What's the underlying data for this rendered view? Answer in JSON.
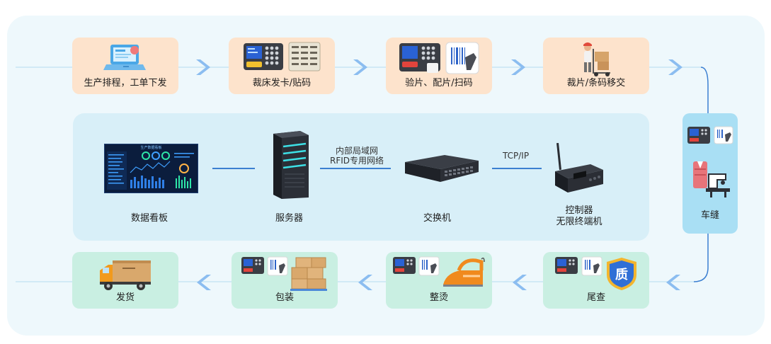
{
  "top_row": [
    {
      "label": "生产排程，工单下发",
      "icon": "laptop-schedule-icon"
    },
    {
      "label": "裁床发卡/贴码",
      "icon": "card-reader-icon"
    },
    {
      "label": "验片、配片/扫码",
      "icon": "barcode-scanner-icon"
    },
    {
      "label": "裁片/条码移交",
      "icon": "hand-truck-worker-icon"
    }
  ],
  "right_node": {
    "label": "车缝",
    "icon": "sewing-machine-icon"
  },
  "bottom_row": [
    {
      "label": "发货",
      "icon": "delivery-truck-icon"
    },
    {
      "label": "包装",
      "icon": "packaging-boxes-icon"
    },
    {
      "label": "整烫",
      "icon": "iron-icon"
    },
    {
      "label": "尾查",
      "icon": "quality-shield-icon"
    }
  ],
  "quality_mark": "质",
  "center": {
    "dashboard": {
      "label": "数据看板",
      "title": "生产数据看板"
    },
    "server": {
      "label": "服务器"
    },
    "network_label_line1": "内部局域网",
    "network_label_line2": "RFID专用网络",
    "switch": {
      "label": "交换机"
    },
    "tcp_label": "TCP/IP",
    "controller": {
      "label_line1": "控制器",
      "label_line2": "无限终端机"
    }
  },
  "colors": {
    "peach": "#fde3cc",
    "mint": "#c9efe2",
    "side_blue": "#a9dff4",
    "arrow": "#8bbdf0",
    "line": "#3b7fd1",
    "panel": "#eef8fc",
    "inner_panel": "#d8eff8"
  }
}
